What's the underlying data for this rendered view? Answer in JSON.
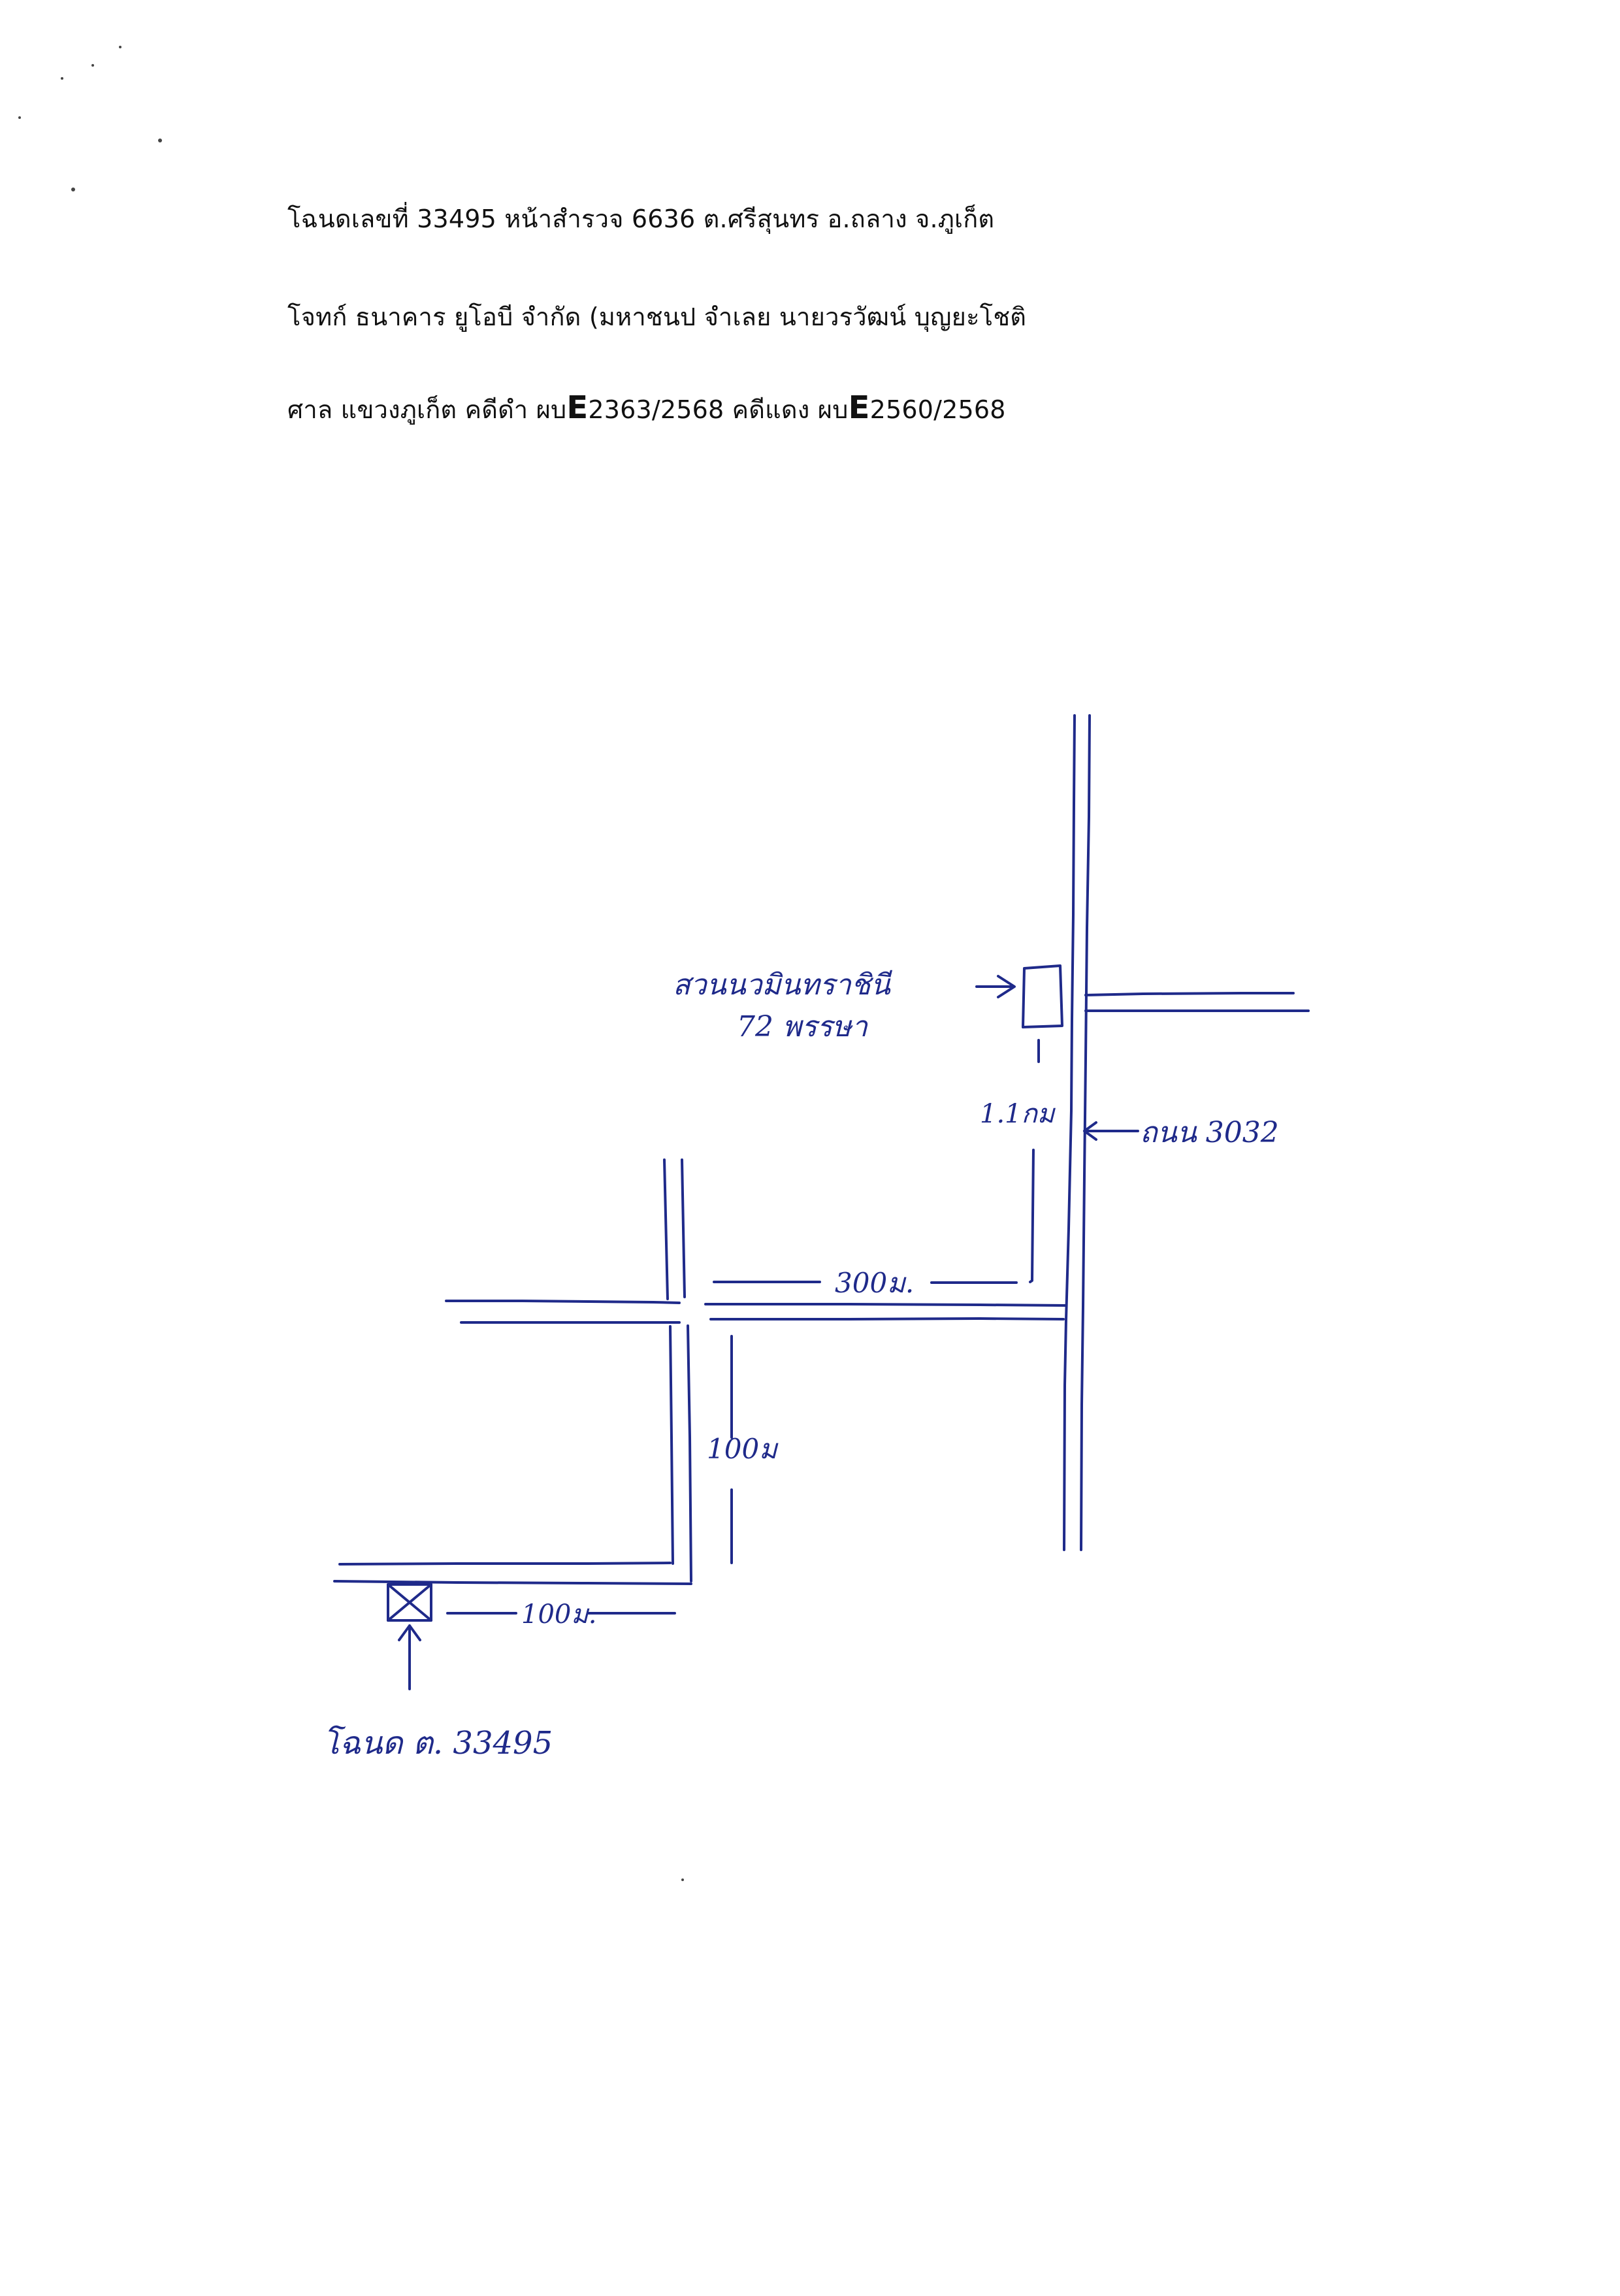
{
  "header": {
    "line1": "โฉนดเลขที่ 33495 หน้าสำรวจ 6636 ต.ศรีสุนทร อ.ถลาง จ.ภูเก็ต",
    "line2": "โจทก์ ธนาคาร ยูโอบี จำกัด (มหาชนป จำเลย นายวรวัฒน์  บุญยะโชติ",
    "line3_prefix": "ศาล แขวงภูเก็ต คดีดำ ผบ",
    "line3_e1": "E",
    "line3_num1": "2363/2568 คดีแดง ผบ",
    "line3_e2": "E",
    "line3_num2": "2560/2568"
  },
  "map": {
    "ink_color": "#1f2a8a",
    "labels": {
      "park_line1": "สวนนวมินทราชินี",
      "park_line2": "72 พรรษา",
      "dist_1_1km": "1.1กม",
      "road_3032": "ถนน 3032",
      "dist_300m": "300ม.",
      "dist_100m_vertical": "100ม",
      "dist_100m_bottom": "100ม.",
      "deed_label": "โฉนด ต. 33495"
    }
  }
}
